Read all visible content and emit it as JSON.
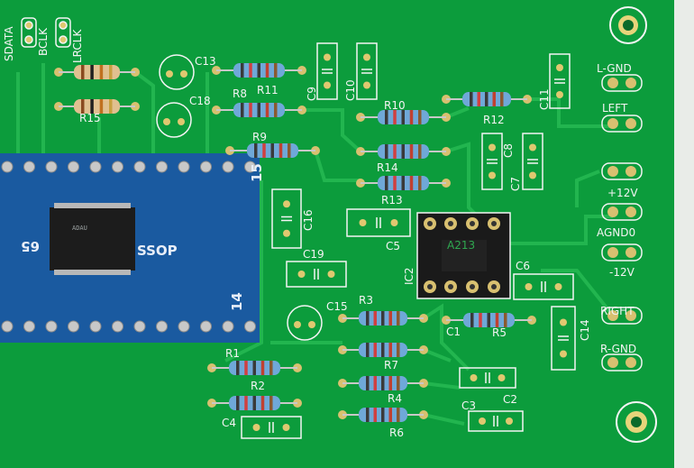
{
  "board": {
    "colors": {
      "pcb": "#0c9c3c",
      "trace": "#1fb24c",
      "silk": "#f4f4f4",
      "module": "#1a5aa0",
      "resistor_blue": "#6fa8d8",
      "resistor_beige": "#e0c090"
    },
    "connector_labels": {
      "sdata": "SDATA",
      "bclk": "BCLK",
      "lrclk": "LRCLK"
    },
    "right_labels": {
      "lgnd": "L-GND",
      "left": "LEFT",
      "p12v": "+12V",
      "agnd": "AGND0",
      "m12v": "-12V",
      "right": "RIGHT",
      "rgnd": "R-GND"
    },
    "resistors": {
      "r15": "R15",
      "r8": "R8",
      "r11": "R11",
      "r9": "R9",
      "r10": "R10",
      "r12": "R12",
      "r14": "R14",
      "r13": "R13",
      "r3": "R3",
      "r5": "R5",
      "r7": "R7",
      "r4": "R4",
      "r6": "R6",
      "r1": "R1",
      "r2": "R2"
    },
    "capacitors": {
      "c13": "C13",
      "c18": "C18",
      "c9": "C9",
      "c10": "C10",
      "c11": "C11",
      "c8": "C8",
      "c7": "C7",
      "c16": "C16",
      "c5": "C5",
      "c6": "C6",
      "c19": "C19",
      "c15": "C15",
      "c1": "C1",
      "c14": "C14",
      "c2": "C2",
      "c3": "C3",
      "c4": "C4"
    },
    "ic": {
      "ic2": "IC2",
      "socket_text": "A213"
    },
    "module": {
      "pin15": "15",
      "pin14": "14",
      "pin65": "65",
      "package": "SSOP"
    }
  }
}
